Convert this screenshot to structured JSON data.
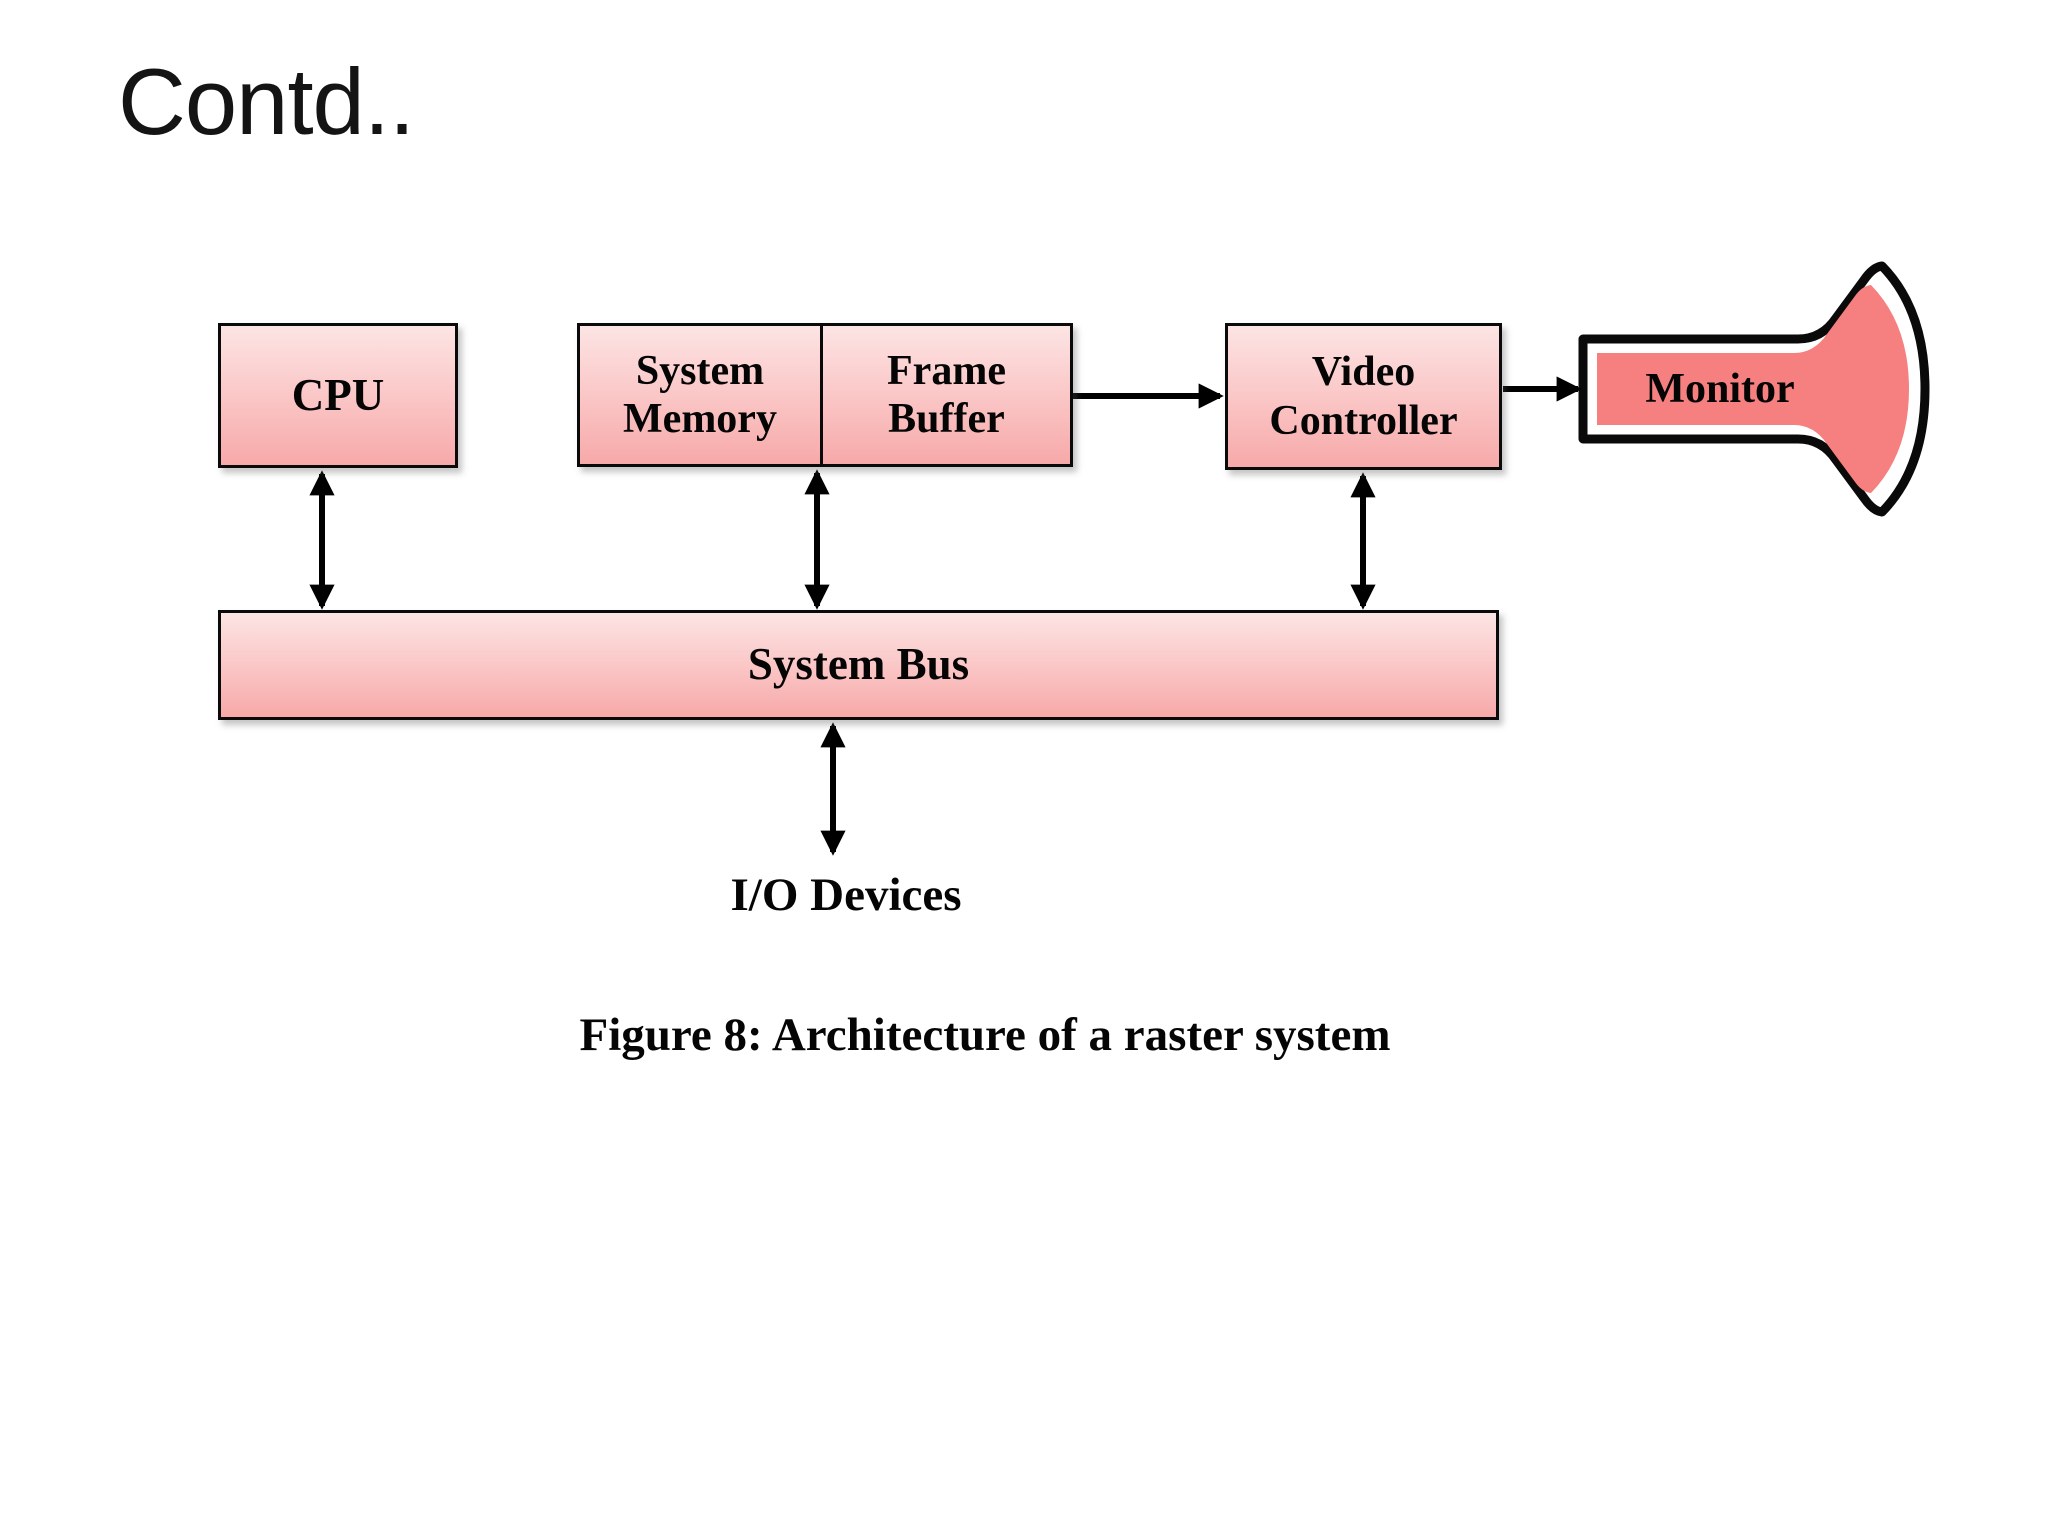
{
  "slide": {
    "title": "Contd..",
    "caption": "Figure 8: Architecture of a raster system"
  },
  "diagram": {
    "boxes": {
      "cpu": "CPU",
      "system_memory": "System Memory",
      "frame_buffer": "Frame Buffer",
      "video_controller": "Video Controller",
      "system_bus": "System Bus",
      "monitor": "Monitor"
    },
    "io_devices_label": "I/O Devices",
    "connections": [
      "CPU <-> System Bus",
      "System Memory / Frame Buffer <-> System Bus",
      "Video Controller <-> System Bus",
      "Frame Buffer -> Video Controller",
      "Video Controller -> Monitor",
      "System Bus <-> I/O Devices"
    ],
    "colors": {
      "box_gradient_top": "#fce4e4",
      "box_gradient_bottom": "#f7a9a9",
      "monitor_fill": "#f5807f",
      "outline": "#0a0a0a",
      "arrow": "#000000",
      "background": "#ffffff"
    }
  }
}
